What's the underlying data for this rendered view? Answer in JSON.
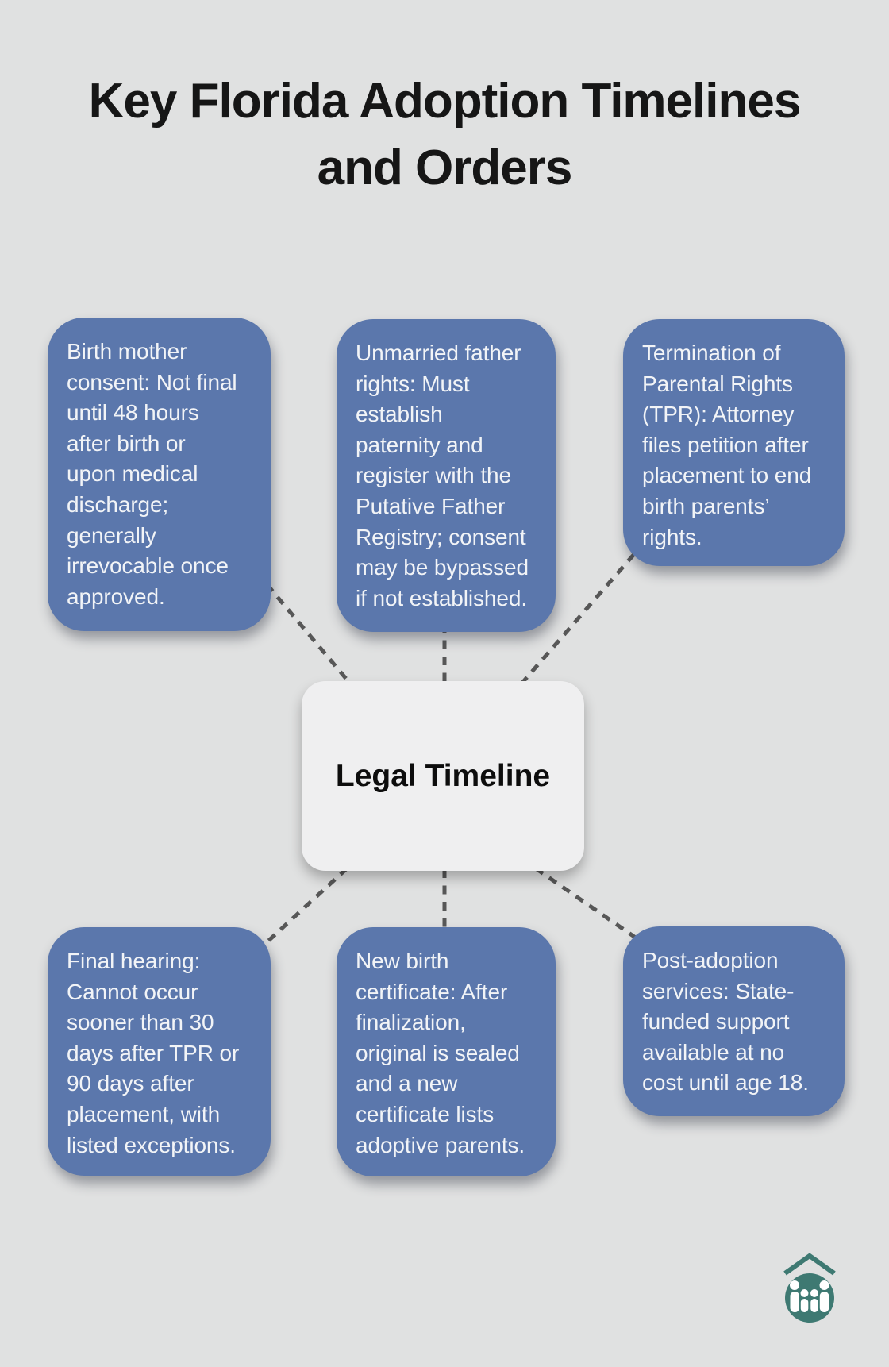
{
  "page": {
    "title": "Key Florida Adoption Timelines\nand Orders"
  },
  "center": {
    "label": "Legal Timeline"
  },
  "cards": [
    {
      "id": "birth-mother-consent",
      "text": "Birth mother\nconsent: Not final\nuntil 48 hours\nafter birth or\nupon medical\ndischarge;\ngenerally\nirrevocable once\napproved."
    },
    {
      "id": "unmarried-father-rights",
      "text": "Unmarried father\nrights: Must\nestablish\npaternity and\nregister with the\nPutative Father\nRegistry; consent\nmay be bypassed\nif not established."
    },
    {
      "id": "termination-of-parental-rights",
      "text": "Termination of\nParental Rights\n(TPR): Attorney\nfiles petition after\nplacement to end\nbirth parents’\nrights."
    },
    {
      "id": "final-hearing",
      "text": "Final hearing:\nCannot occur\nsooner than 30\ndays after TPR or\n90 days after\nplacement, with\nlisted exceptions."
    },
    {
      "id": "new-birth-certificate",
      "text": "New birth\ncertificate: After\nfinalization,\noriginal is sealed\nand a new\ncertificate lists\nadoptive parents."
    },
    {
      "id": "post-adoption-services",
      "text": "Post-adoption\nservices: State-\nfunded support\navailable at no\ncost until age 18."
    }
  ],
  "logo": {
    "icon": "family-under-roof-icon"
  },
  "colors": {
    "page_bg": "#e0e1e1",
    "title_color": "#161616",
    "card_bg": "#5b77ac",
    "card_text": "#f2f4f7",
    "center_bg": "#efeff0",
    "center_text": "#0d0d0d",
    "connector": "#575757",
    "logo_teal": "#3e7972",
    "logo_figures": "#ffffff"
  }
}
